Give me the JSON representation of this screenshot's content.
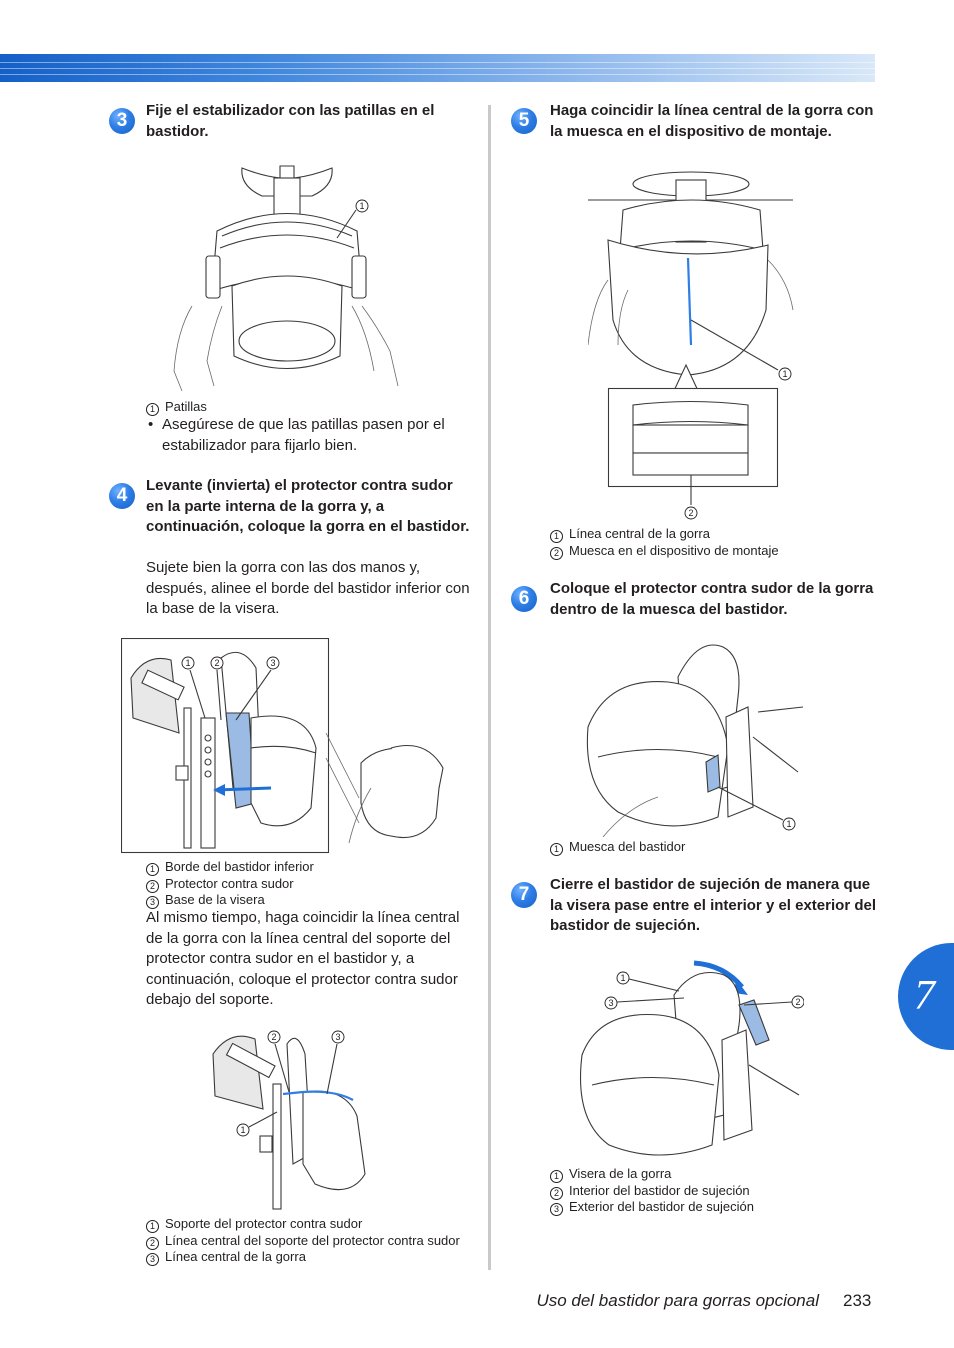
{
  "steps": [
    {
      "number": "3",
      "heading": "Fije el estabilizador con las patillas en el bastidor.",
      "captions": [
        {
          "num": "1",
          "text": "Patillas"
        }
      ],
      "bullet": "Asegúrese de que las patillas pasen por el estabilizador para fijarlo bien."
    },
    {
      "number": "4",
      "heading": "Levante (invierta) el protector contra sudor en la parte interna de la gorra y, a continuación, coloque la gorra en el bastidor.",
      "body": "Sujete bien la gorra con las dos manos y, después, alinee el borde del bastidor inferior con la base de la visera.",
      "captions": [
        {
          "num": "1",
          "text": "Borde del bastidor inferior"
        },
        {
          "num": "2",
          "text": "Protector contra sudor"
        },
        {
          "num": "3",
          "text": "Base de la visera"
        }
      ],
      "body2": "Al mismo tiempo, haga coincidir la línea central de la gorra con la línea central del soporte del protector contra sudor en el bastidor y, a continuación, coloque el protector contra sudor debajo del soporte.",
      "captions2": [
        {
          "num": "1",
          "text": "Soporte del protector contra sudor"
        },
        {
          "num": "2",
          "text": "Línea central del soporte del protector contra sudor"
        },
        {
          "num": "3",
          "text": "Línea central de la gorra"
        }
      ]
    },
    {
      "number": "5",
      "heading": "Haga coincidir la línea central de la gorra con la muesca en el dispositivo de montaje.",
      "captions": [
        {
          "num": "1",
          "text": "Línea central de la gorra"
        },
        {
          "num": "2",
          "text": "Muesca en el dispositivo de montaje"
        }
      ]
    },
    {
      "number": "6",
      "heading": "Coloque el protector contra sudor de la gorra dentro de la muesca del bastidor.",
      "captions": [
        {
          "num": "1",
          "text": "Muesca del bastidor"
        }
      ]
    },
    {
      "number": "7",
      "heading": "Cierre el bastidor de sujeción de manera que la visera pase entre el interior y el exterior del bastidor de sujeción.",
      "captions": [
        {
          "num": "1",
          "text": "Visera de la gorra"
        },
        {
          "num": "2",
          "text": "Interior del bastidor de sujeción"
        },
        {
          "num": "3",
          "text": "Exterior del bastidor de sujeción"
        }
      ]
    }
  ],
  "callout_marks": [
    "1",
    "2",
    "3"
  ],
  "chapter_tab": "7",
  "footer": {
    "title": "Uso del bastidor para gorras opcional",
    "page": "233"
  },
  "colors": {
    "accent": "#1f6fd6",
    "highlight_line": "#2e7ee6",
    "text": "#231f20"
  }
}
